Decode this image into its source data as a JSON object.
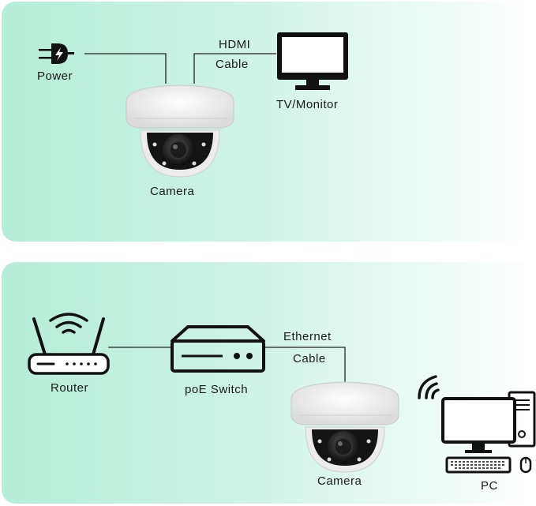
{
  "top_panel": {
    "power": "Power",
    "hdmi_line1": "HDMI",
    "hdmi_line2": "Cable",
    "monitor": "TV/Monitor",
    "camera": "Camera"
  },
  "bottom_panel": {
    "router": "Router",
    "switch": "poE Switch",
    "ethernet_line1": "Ethernet",
    "ethernet_line2": "Cable",
    "camera": "Camera",
    "pc": "PC"
  }
}
